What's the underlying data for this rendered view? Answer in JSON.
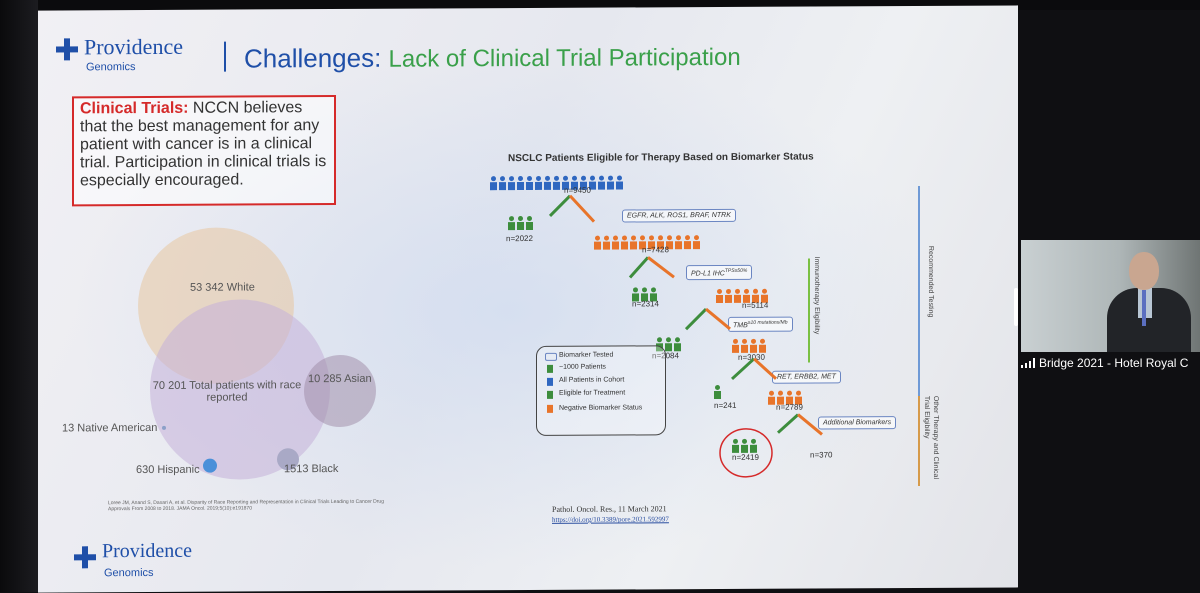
{
  "slide": {
    "logo": {
      "name": "Providence",
      "sub": "Genomics"
    },
    "title": {
      "main": "Challenges:",
      "sub": "Lack of Clinical Trial Participation"
    },
    "callout": {
      "lead": "Clinical Trials:",
      "text": " NCCN believes that the best management for any patient with cancer is in a clinical trial. Participation in clinical trials is especially encouraged."
    },
    "venn": {
      "white": "53 342 White",
      "total": "70 201 Total patients with race reported",
      "asian": "10 285 Asian",
      "native": "13 Native American",
      "hispanic": "630 Hispanic",
      "black": "1513 Black"
    },
    "citation": "Loree JM, Anand S, Dasari A, et al. Disparity of Race Reporting and Representation in Clinical Trials Leading to Cancer Drug Approvals From 2008 to 2018. JAMA Oncol. 2019;5(10):e191870",
    "diagram": {
      "title": "NSCLC Patients Eligible for Therapy Based on Biomarker Status",
      "n_all": "n=9450",
      "n_2022": "n=2022",
      "n_7428": "n=7428",
      "n_2314": "n=2314",
      "n_5114": "n=5114",
      "n_2084": "n=2084",
      "n_3030": "n=3030",
      "n_241": "n=241",
      "n_2789": "n=2789",
      "n_2419": "n=2419",
      "n_370": "n=370",
      "box_egfr": "EGFR, ALK, ROS1, BRAF, NTRK",
      "box_pdl1": "PD-L1 IHC",
      "box_pdl1_sup": "TPS≥50%",
      "box_tmb": "TMB",
      "box_tmb_sup": "≥10 mutations/Mb",
      "box_ret": "RET, ERBB2, MET",
      "box_additional": "Additional Biomarkers",
      "legend": {
        "tested": "Biomarker Tested",
        "patients": "~1000 Patients",
        "cohort": "All Patients in Cohort",
        "eligible": "Eligible for Treatment",
        "negative": "Negative Biomarker Status"
      },
      "side_immuno": "Immunotherapy Eligibility",
      "side_recommended": "Recommended Testing",
      "side_other": "Other Therapy and Clinical Trial Eligibility",
      "reference": "Pathol. Oncol. Res., 11 March 2021",
      "reference_link": "https://doi.org/10.3389/pore.2021.592997"
    },
    "colors": {
      "brand_blue": "#1f4fa8",
      "accent_green": "#3aa04a",
      "alert_red": "#d52a2a"
    }
  },
  "video": {
    "caption": "Bridge 2021 - Hotel Royal C"
  }
}
